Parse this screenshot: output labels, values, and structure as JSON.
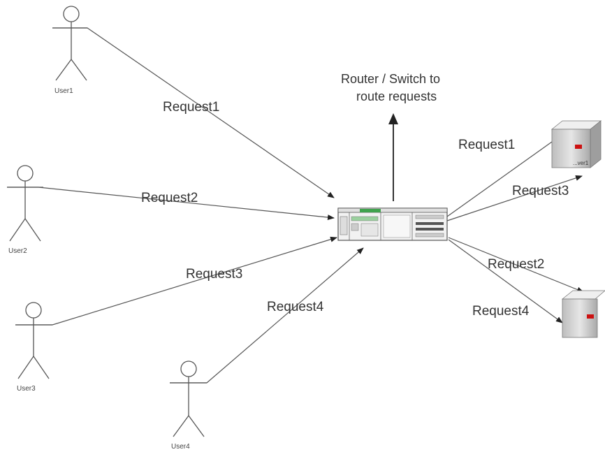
{
  "diagram": {
    "router_caption": [
      "Router / Switch to",
      "route requests"
    ],
    "users": [
      {
        "id": "user1",
        "label": "User1"
      },
      {
        "id": "user2",
        "label": "User2"
      },
      {
        "id": "user3",
        "label": "User3"
      },
      {
        "id": "user4",
        "label": "User4"
      }
    ],
    "incoming_requests": [
      "Request1",
      "Request2",
      "Request3",
      "Request4"
    ],
    "server1_requests": [
      "Request1",
      "Request3"
    ],
    "server2_requests": [
      "Request2",
      "Request4"
    ],
    "server1_label": "...ver1"
  },
  "colors": {
    "line": "#555555",
    "server_body": "#d9d9d9",
    "server_led": "#cc1111",
    "switch_port": "#3fa34d"
  }
}
